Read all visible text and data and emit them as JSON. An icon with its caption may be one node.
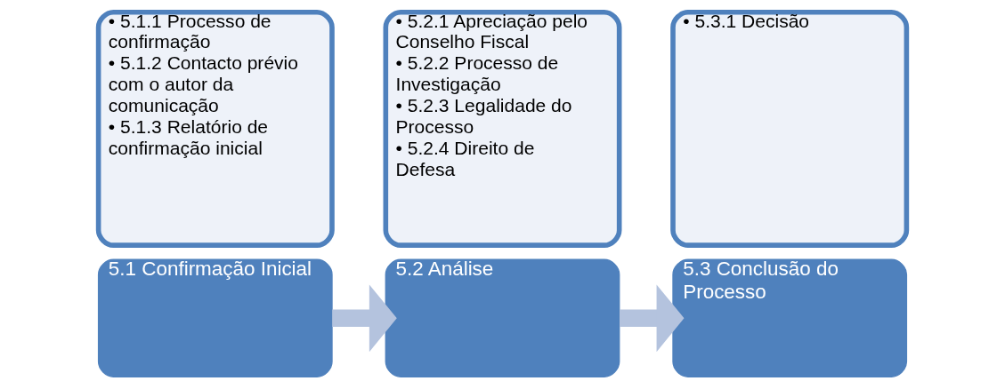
{
  "diagram": {
    "nodes": [
      {
        "text": [
          "5.1 Confirmação Inicial"
        ]
      },
      {
        "text": [
          "• 5.1.1 Processo de confirmação",
          "• 5.1.2 Contacto prévio com o autor da comunicação",
          "• 5.1.3 Relatório de confirmação inicial"
        ]
      },
      {
        "text": [
          "5.2 Análise"
        ]
      },
      {
        "text": [
          "• 5.2.1 Apreciação pelo Conselho Fiscal",
          "• 5.2.2 Processo de Investigação",
          "• 5.2.3 Legalidade do Processo",
          "• 5.2.4 Direito de Defesa"
        ]
      },
      {
        "text": [
          "5.3 Conclusão do Processo"
        ]
      },
      {
        "text": [
          "• 5.3.1 Decisão"
        ]
      }
    ],
    "edges": [
      {
        "from": 0,
        "to": 2,
        "arrow": "to"
      },
      {
        "from": 2,
        "to": 4,
        "arrow": "to"
      }
    ]
  }
}
